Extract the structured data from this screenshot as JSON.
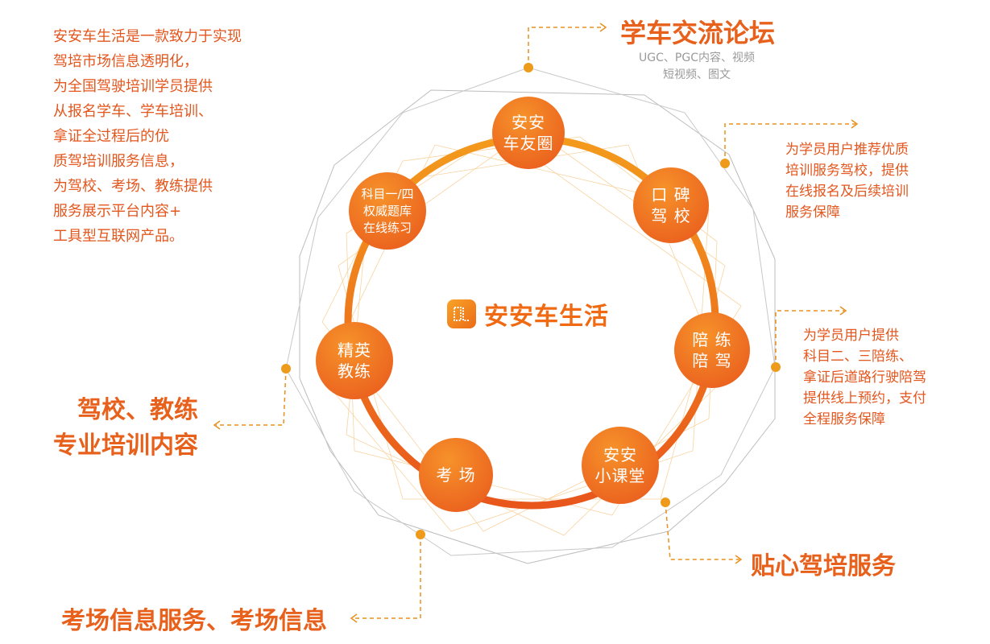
{
  "intro": [
    "安安车生活是一款致力于实现",
    "驾培市场信息透明化，",
    "为全国驾驶培训学员提供",
    "从报名学车、学车培训、",
    "拿证全过程后的优",
    "质驾培训服务信息，",
    "为驾校、考场、教练提供",
    "服务展示平台内容+",
    "工具型互联网产品。"
  ],
  "brand": {
    "name": "安安车生活",
    "logo_icon": "cl-logo-icon"
  },
  "nodes": {
    "circle": [
      "安安",
      "车友圈"
    ],
    "reputation": [
      "口 碑",
      "驾 校"
    ],
    "practice": [
      "陪 练",
      "陪 驾"
    ],
    "classroom": [
      "安安",
      "小课堂"
    ],
    "exam": [
      "考 场"
    ],
    "coach": [
      "精英",
      "教练"
    ],
    "question": [
      "科目一/四",
      "权威题库",
      "在线练习"
    ]
  },
  "forum": {
    "title": "学车交流论坛",
    "sub": [
      "UGC、PGC内容、视频",
      "短视频、图文"
    ]
  },
  "school_desc": [
    "为学员用户推荐优质",
    "培训服务驾校，提供",
    "在线报名及后续培训",
    "服务保障"
  ],
  "practice_desc": [
    "为学员用户提供",
    "科目二、三陪练、",
    "拿证后道路行驶陪驾",
    "提供线上预约，支付",
    "全程服务保障"
  ],
  "service_title": "贴心驾培服务",
  "exam_title": "考场信息服务、考场信息",
  "coach_title": [
    "驾校、教练",
    "专业培训内容"
  ],
  "colors": {
    "accent": "#e8611c",
    "ring_start": "#f39a1c",
    "ring_end": "#e8561c",
    "dash": "#e8901c",
    "gray_line": "#b8b8b8"
  }
}
